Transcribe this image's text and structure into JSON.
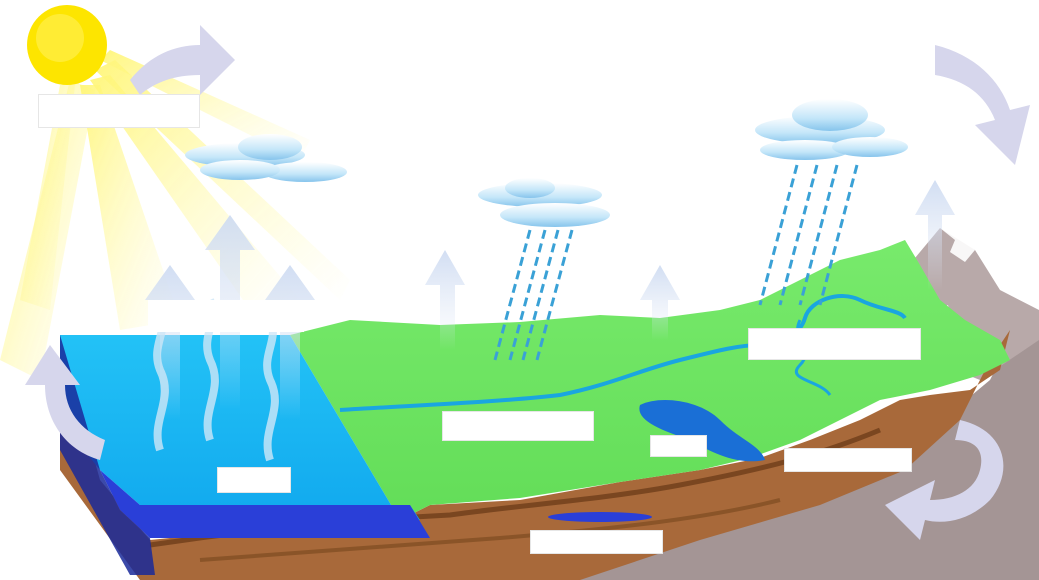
{
  "diagram": {
    "colors": {
      "sky": "#ffffff",
      "sun": "#fde500",
      "ocean": "#1cb6f3",
      "deep_ocean": "#2a3fd8",
      "land": "#6fe463",
      "soil": "#a8693a",
      "rock": "#a49595",
      "river": "#1aa6e0",
      "cloud": "#a6d8f4",
      "rain": "#3aa1d6",
      "arrow": "#d6d6ec"
    },
    "icons": [
      "sun-icon",
      "cloud-icon",
      "rain-icon",
      "arrow-icon"
    ],
    "labels": [
      {
        "id": "sun-label",
        "text": ""
      },
      {
        "id": "evaporation-label",
        "text": ""
      },
      {
        "id": "ocean-label",
        "text": ""
      },
      {
        "id": "condensation-label",
        "text": ""
      },
      {
        "id": "river-label",
        "text": ""
      },
      {
        "id": "lake-label",
        "text": ""
      },
      {
        "id": "groundwater-label",
        "text": ""
      },
      {
        "id": "mountain-label",
        "text": ""
      }
    ]
  }
}
